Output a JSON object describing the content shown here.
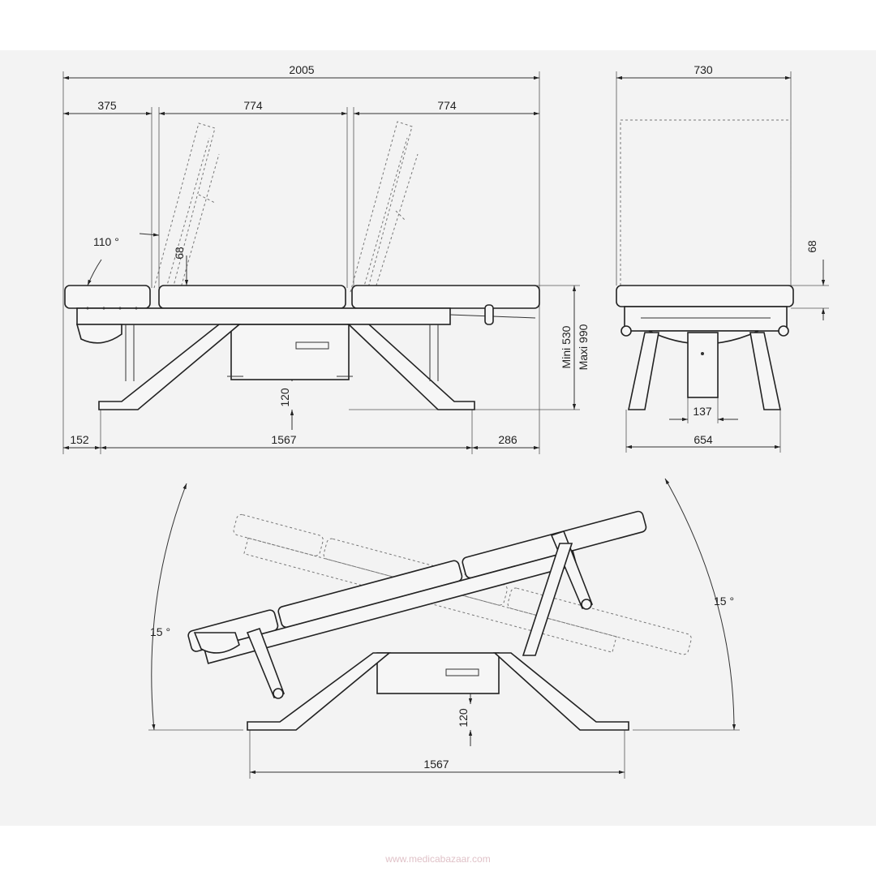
{
  "side_view": {
    "overall_length": "2005",
    "head_section": "375",
    "middle_section": "774",
    "foot_section": "774",
    "angle": "110 °",
    "pad_thickness": "68",
    "height_min": "Mini 530",
    "height_max": "Maxi 990",
    "ground_clearance": "120",
    "left_overhang": "152",
    "base_length": "1567",
    "right_overhang": "286"
  },
  "end_view": {
    "width": "730",
    "pad_thickness": "68",
    "column_width": "137",
    "base_width": "654"
  },
  "tilt_view": {
    "left_angle": "15 °",
    "right_angle": "15 °",
    "ground_clearance": "120",
    "base_length": "1567"
  },
  "watermark": "www.medicabazaar.com"
}
